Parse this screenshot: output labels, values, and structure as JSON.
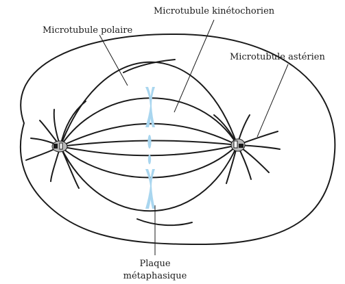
{
  "labels": {
    "kinetochore": "Microtubule kinétochorien",
    "polar": "Microtubule polaire",
    "astral": "Microtubule astérien",
    "plate_line1": "Plaque",
    "plate_line2": "métaphasique"
  },
  "colors": {
    "ink": "#1a1a1a",
    "chromosome": "#a9d6ef",
    "centrosome": "#b8b8b8"
  }
}
